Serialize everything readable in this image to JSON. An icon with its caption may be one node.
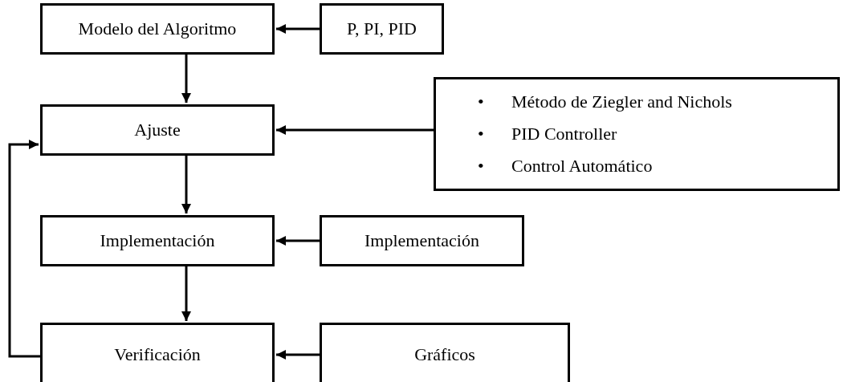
{
  "diagram": {
    "nodes": [
      {
        "text": [
          "Modelo del Algoritmo"
        ]
      },
      {
        "text": [
          "Ajuste"
        ]
      },
      {
        "text": [
          "Implementación"
        ]
      },
      {
        "text": [
          "Verificación"
        ]
      },
      {
        "text": [
          "P, PI, PID"
        ]
      },
      {
        "text": [
          "Método de Ziegler and Nichols",
          "PID Controller",
          "Control Automático"
        ]
      },
      {
        "text": [
          "Implementación"
        ]
      },
      {
        "text": [
          "Gráficos"
        ]
      }
    ],
    "edges": [
      {
        "from": 0,
        "to": 1,
        "arrow": "to"
      },
      {
        "from": 1,
        "to": 2,
        "arrow": "to"
      },
      {
        "from": 2,
        "to": 3,
        "arrow": "to"
      },
      {
        "from": 3,
        "to": 1,
        "arrow": "to"
      },
      {
        "from": 4,
        "to": 0,
        "arrow": "to"
      },
      {
        "from": 5,
        "to": 1,
        "arrow": "to"
      },
      {
        "from": 6,
        "to": 2,
        "arrow": "to"
      },
      {
        "from": 7,
        "to": 3,
        "arrow": "to"
      }
    ],
    "labels": [
      "•",
      "•",
      "•"
    ]
  }
}
